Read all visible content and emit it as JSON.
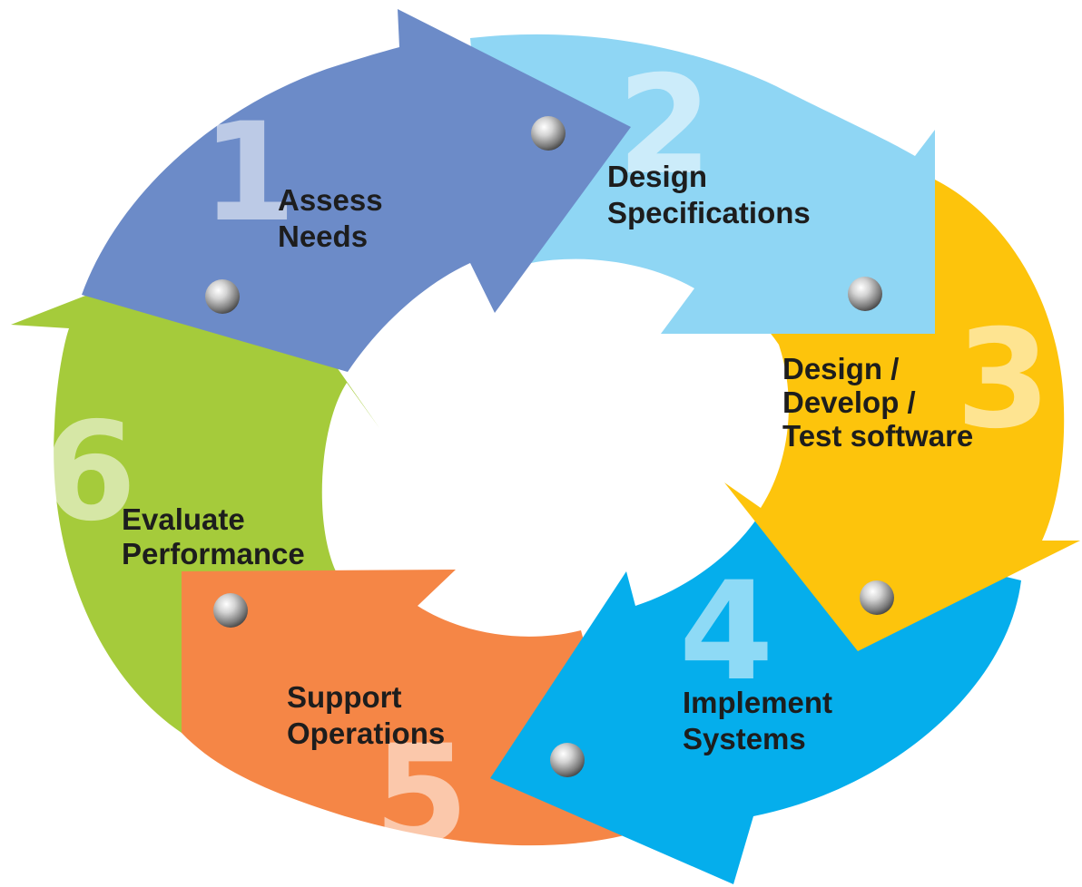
{
  "diagram": {
    "steps": [
      {
        "number": "1",
        "lines": [
          "Assess",
          "Needs"
        ],
        "color": "#6c8bc8"
      },
      {
        "number": "2",
        "lines": [
          "Design",
          "Specifications"
        ],
        "color": "#8fd6f4"
      },
      {
        "number": "3",
        "lines": [
          "Design /",
          "Develop /",
          "Test software"
        ],
        "color": "#fdc40c"
      },
      {
        "number": "4",
        "lines": [
          "Implement",
          "Systems"
        ],
        "color": "#05aeec"
      },
      {
        "number": "5",
        "lines": [
          "Support",
          "Operations"
        ],
        "color": "#f58646"
      },
      {
        "number": "6",
        "lines": [
          "Evaluate",
          "Performance"
        ],
        "color": "#a5cb3b"
      }
    ]
  }
}
